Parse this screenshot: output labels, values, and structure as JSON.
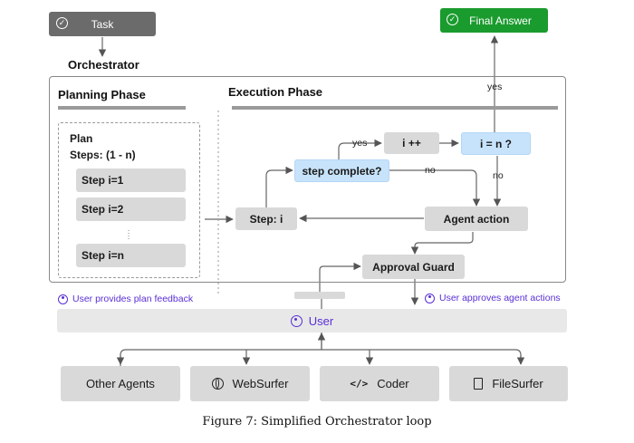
{
  "task": {
    "label": "Task",
    "icon": "check-circle-icon"
  },
  "final_answer": {
    "label": "Final Answer",
    "icon": "check-circle-icon",
    "color": "#1a9b2e"
  },
  "orchestrator_label": "Orchestrator",
  "planning": {
    "title": "Planning Phase",
    "plan_title": "Plan",
    "steps_label": "Steps: (1 - n)",
    "steps": [
      "Step i=1",
      "Step i=2",
      "Step i=n"
    ]
  },
  "execution": {
    "title": "Execution Phase",
    "step_i": "Step: i",
    "step_complete": "step complete?",
    "i_inc": "i ++",
    "i_eq_n": "i = n ?",
    "agent_action": "Agent action",
    "approval_guard": "Approval Guard",
    "edge_yes_top": "yes",
    "edge_yes_inc": "yes",
    "edge_no_complete": "no",
    "edge_no_ieqn": "no"
  },
  "user_feedback": {
    "plan": "User  provides plan feedback",
    "actions": "User  approves agent actions"
  },
  "user_bar": {
    "label": "User",
    "icon": "user-icon",
    "accent": "#5a2fd6"
  },
  "agents": [
    {
      "label": "Other Agents",
      "icon": ""
    },
    {
      "label": "WebSurfer",
      "icon": "globe-icon"
    },
    {
      "label": "Coder",
      "icon": "code-icon"
    },
    {
      "label": "FileSurfer",
      "icon": "file-icon"
    }
  ],
  "caption": "Figure 7: Simplified Orchestrator loop"
}
